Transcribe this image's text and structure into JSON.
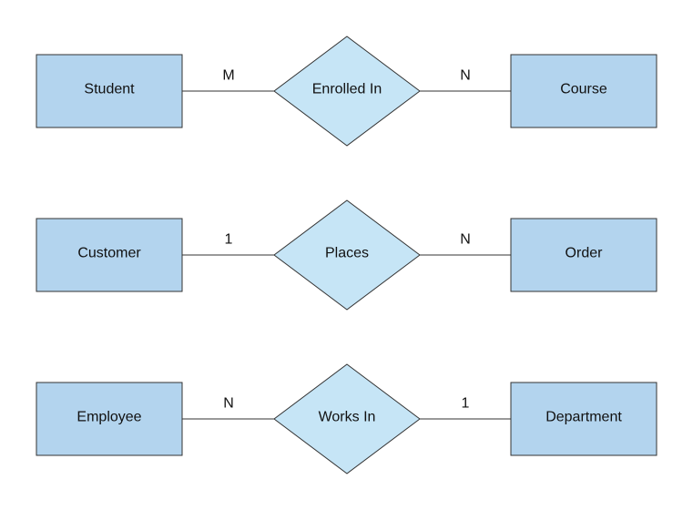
{
  "diagram": {
    "rows": [
      {
        "left_entity": "Student",
        "relationship": "Enrolled In",
        "right_entity": "Course",
        "left_cardinality": "M",
        "right_cardinality": "N"
      },
      {
        "left_entity": "Customer",
        "relationship": "Places",
        "right_entity": "Order",
        "left_cardinality": "1",
        "right_cardinality": "N"
      },
      {
        "left_entity": "Employee",
        "relationship": "Works In",
        "right_entity": "Department",
        "left_cardinality": "N",
        "right_cardinality": "1"
      }
    ]
  },
  "colors": {
    "entity_fill": "#b3d4ee",
    "relationship_fill": "#c6e5f6",
    "stroke": "#333333"
  }
}
